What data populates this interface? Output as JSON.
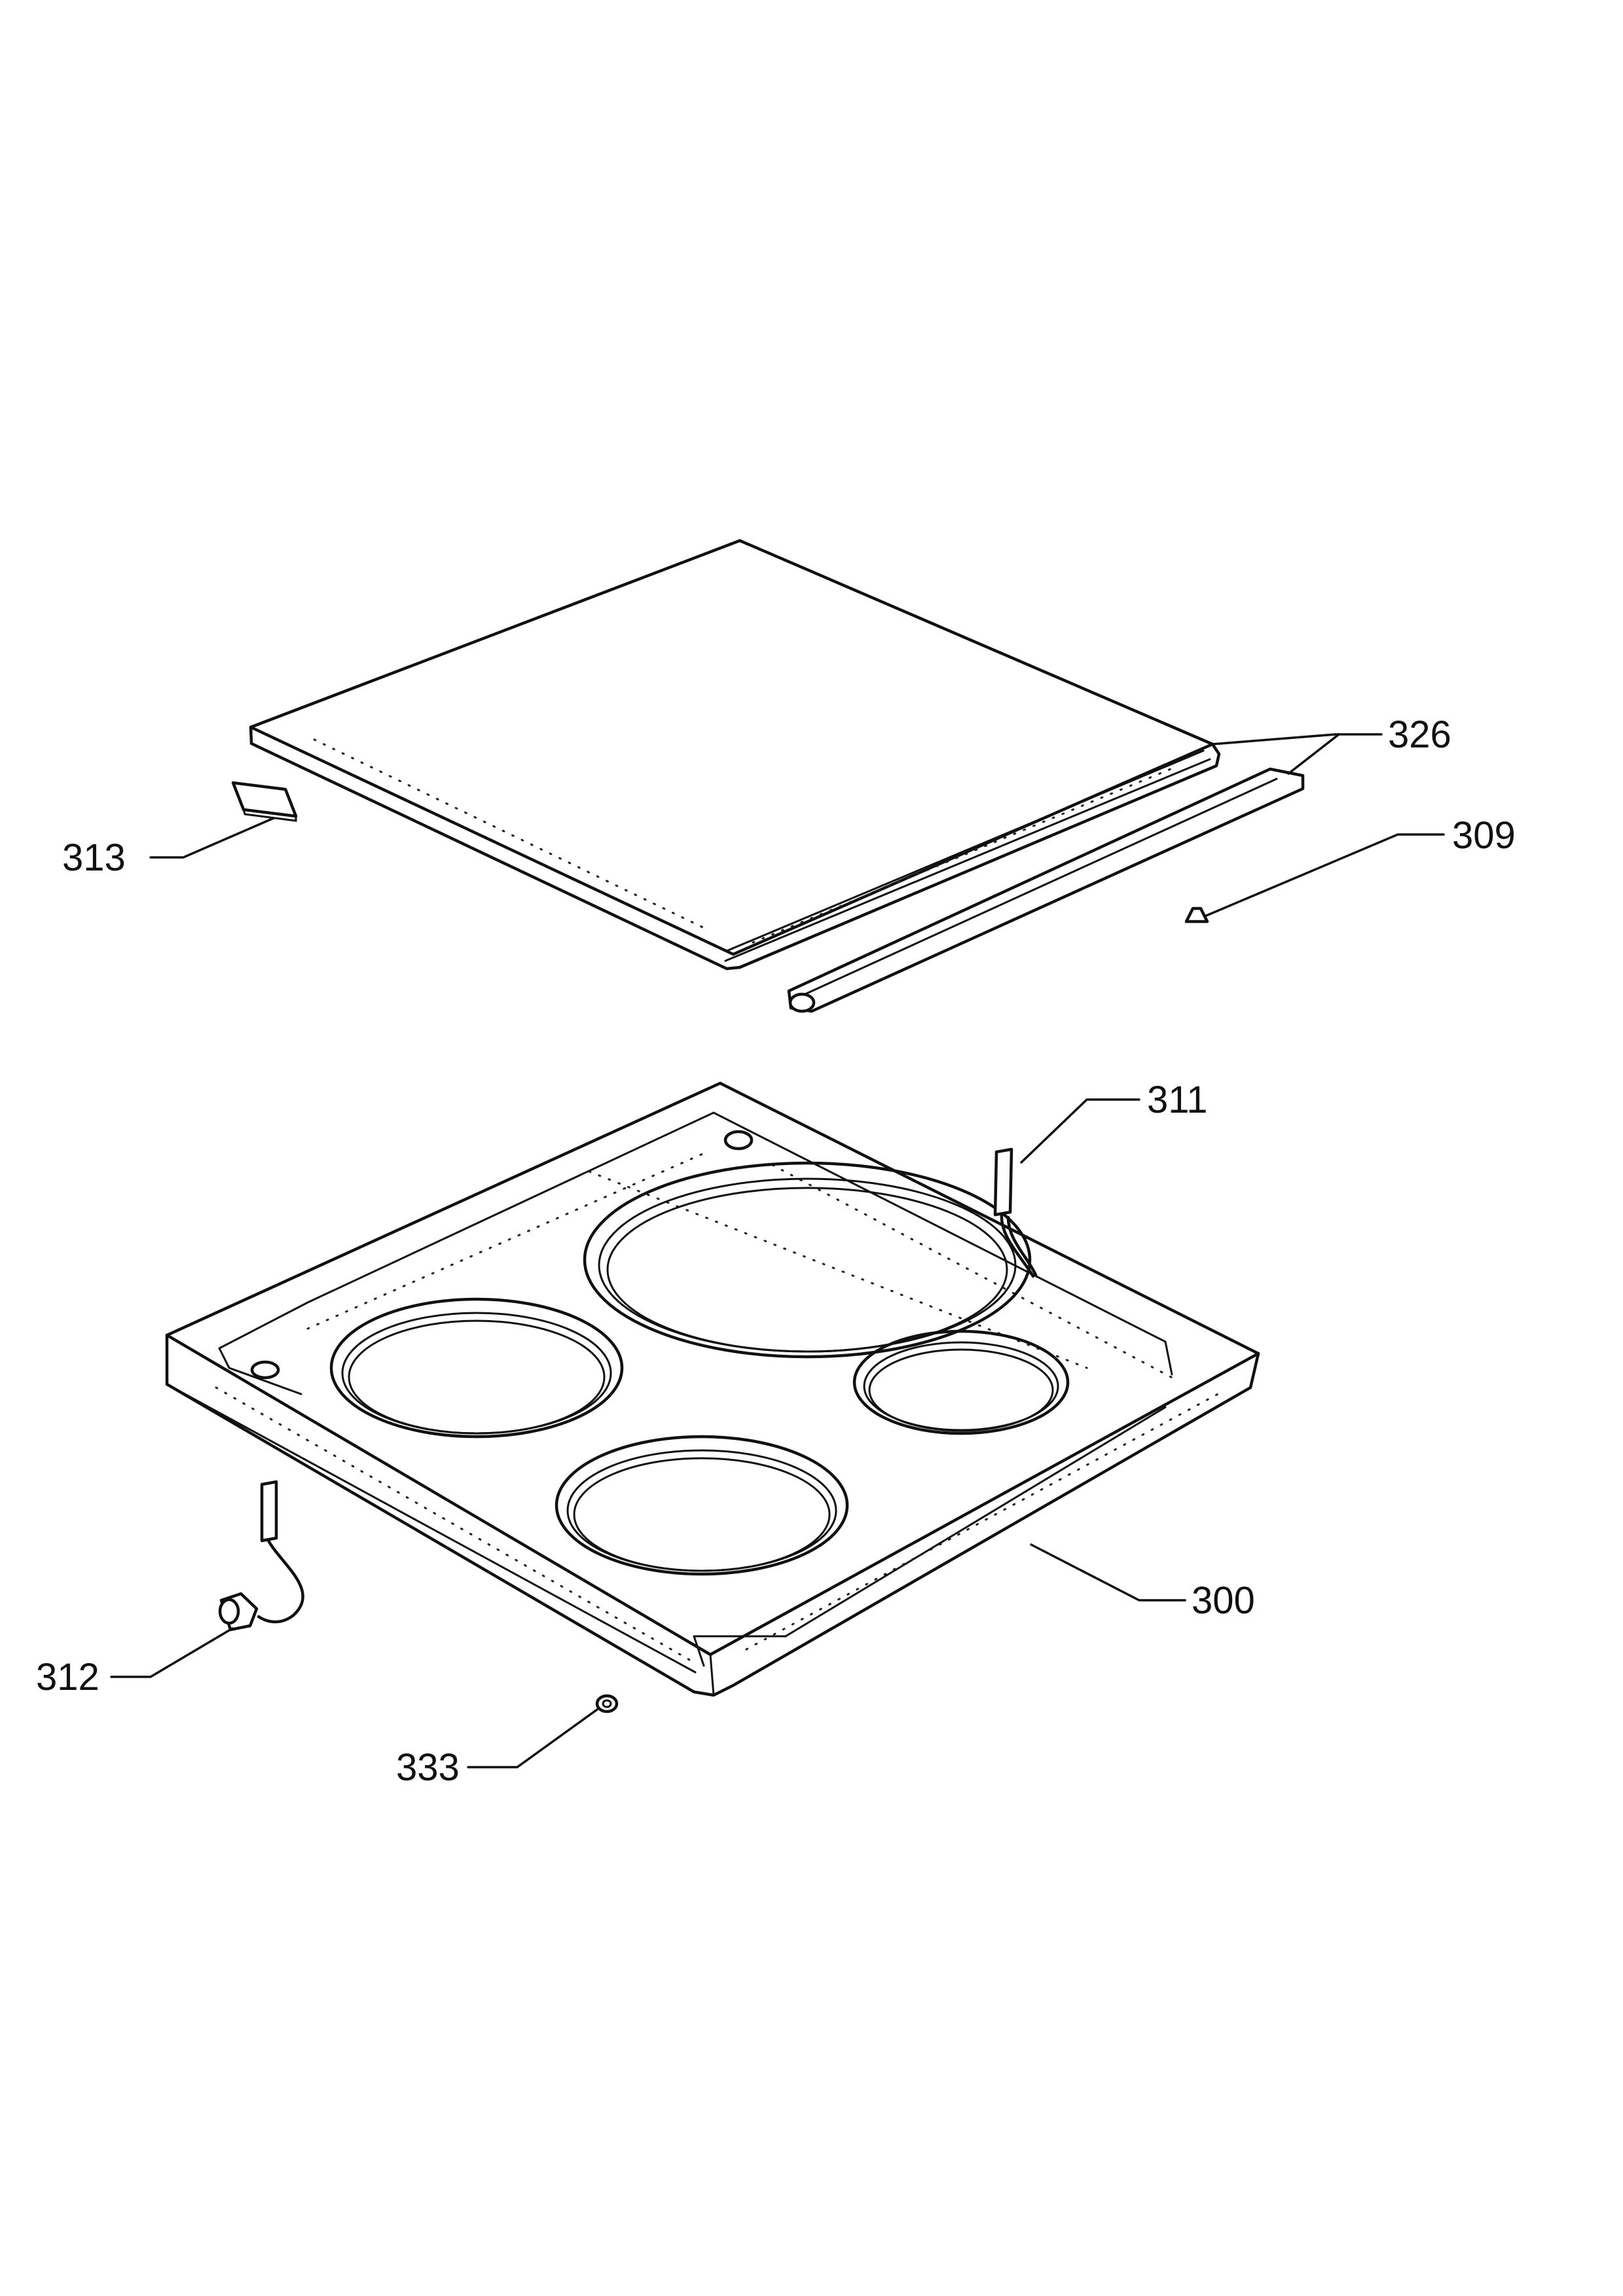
{
  "callouts": {
    "c326": "326",
    "c309": "309",
    "c313": "313",
    "c311": "311",
    "c300": "300",
    "c312": "312",
    "c333": "333"
  },
  "parts": [
    {
      "ref": "300",
      "description_icon": "hob-frame"
    },
    {
      "ref": "309",
      "description_icon": "small-clip"
    },
    {
      "ref": "311",
      "description_icon": "earth-lead"
    },
    {
      "ref": "312",
      "description_icon": "connector-lead"
    },
    {
      "ref": "313",
      "description_icon": "pad"
    },
    {
      "ref": "326",
      "description_icon": "lid-hinge-strip"
    },
    {
      "ref": "333",
      "description_icon": "small-nut"
    }
  ]
}
